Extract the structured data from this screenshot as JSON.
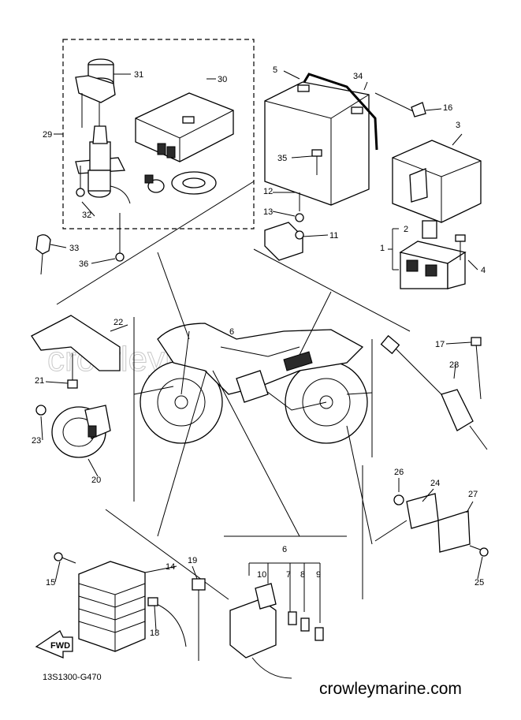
{
  "diagram": {
    "watermark": "crowleymarine",
    "drawing_code": "13S1300-G470",
    "site": "crowleymarine.com",
    "fwd_label": "FWD",
    "callouts": [
      "1",
      "2",
      "3",
      "4",
      "5",
      "6",
      "7",
      "8",
      "9",
      "10",
      "11",
      "12",
      "13",
      "14",
      "15",
      "16",
      "17",
      "18",
      "19",
      "20",
      "21",
      "22",
      "23",
      "24",
      "25",
      "26",
      "27",
      "28",
      "29",
      "30",
      "31",
      "32",
      "33",
      "34",
      "35",
      "36"
    ]
  }
}
